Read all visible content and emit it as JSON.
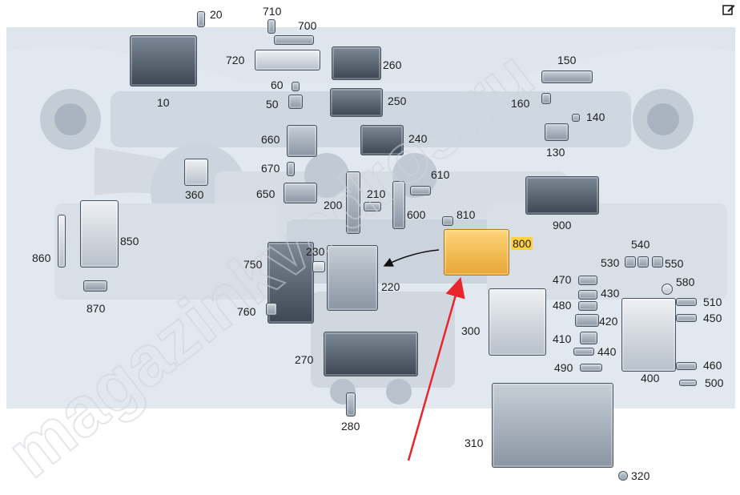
{
  "toolbar": {
    "edit_icon": "edit-icon"
  },
  "diagram": {
    "labels": {
      "p10": "10",
      "p20": "20",
      "p50": "50",
      "p60": "60",
      "p130": "130",
      "p140": "140",
      "p150": "150",
      "p160": "160",
      "p200": "200",
      "p210": "210",
      "p220": "220",
      "p230": "230",
      "p240": "240",
      "p250": "250",
      "p260": "260",
      "p270": "270",
      "p280": "280",
      "p300": "300",
      "p310": "310",
      "p320": "320",
      "p360": "360",
      "p400": "400",
      "p410": "410",
      "p420": "420",
      "p430": "430",
      "p440": "440",
      "p450": "450",
      "p460": "460",
      "p470": "470",
      "p480": "480",
      "p490": "490",
      "p500": "500",
      "p510": "510",
      "p530": "530",
      "p540": "540",
      "p550": "550",
      "p580": "580",
      "p600": "600",
      "p610": "610",
      "p650": "650",
      "p660": "660",
      "p670": "670",
      "p700": "700",
      "p710": "710",
      "p720": "720",
      "p750": "750",
      "p760": "760",
      "p800": "800",
      "p810": "810",
      "p850": "850",
      "p860": "860",
      "p870": "870",
      "p900": "900"
    },
    "selected_part": "800",
    "highlight_color": "#ffd23e",
    "arrow_color": "#e8262b",
    "watermark_text": "magazinkvadros.ru"
  }
}
